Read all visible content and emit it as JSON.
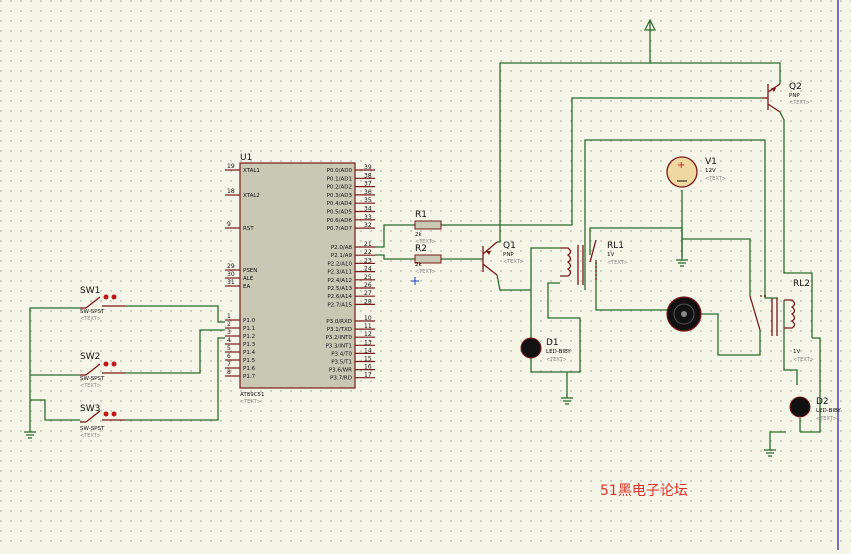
{
  "mcu": {
    "ref": "U1",
    "part": "AT89C51",
    "text": "<TEXT>",
    "left_pins": [
      {
        "num": "19",
        "name": "XTAL1"
      },
      {
        "num": "18",
        "name": "XTAL2"
      },
      {
        "num": "9",
        "name": "RST"
      },
      {
        "num": "29",
        "name": "PSEN"
      },
      {
        "num": "30",
        "name": "ALE"
      },
      {
        "num": "31",
        "name": "EA"
      },
      {
        "num": "1",
        "name": "P1.0"
      },
      {
        "num": "2",
        "name": "P1.1"
      },
      {
        "num": "3",
        "name": "P1.2"
      },
      {
        "num": "4",
        "name": "P1.3"
      },
      {
        "num": "5",
        "name": "P1.4"
      },
      {
        "num": "6",
        "name": "P1.5"
      },
      {
        "num": "7",
        "name": "P1.6"
      },
      {
        "num": "8",
        "name": "P1.7"
      }
    ],
    "right_pins": [
      {
        "num": "39",
        "name": "P0.0/AD0"
      },
      {
        "num": "38",
        "name": "P0.1/AD1"
      },
      {
        "num": "37",
        "name": "P0.2/AD2"
      },
      {
        "num": "36",
        "name": "P0.3/AD3"
      },
      {
        "num": "35",
        "name": "P0.4/AD4"
      },
      {
        "num": "34",
        "name": "P0.5/AD5"
      },
      {
        "num": "33",
        "name": "P0.6/AD6"
      },
      {
        "num": "32",
        "name": "P0.7/AD7"
      },
      {
        "num": "21",
        "name": "P2.0/A8"
      },
      {
        "num": "22",
        "name": "P2.1/A9"
      },
      {
        "num": "23",
        "name": "P2.2/A10"
      },
      {
        "num": "24",
        "name": "P2.3/A11"
      },
      {
        "num": "25",
        "name": "P2.4/A12"
      },
      {
        "num": "26",
        "name": "P2.5/A13"
      },
      {
        "num": "27",
        "name": "P2.6/A14"
      },
      {
        "num": "28",
        "name": "P2.7/A15"
      },
      {
        "num": "10",
        "name": "P3.0/RXD"
      },
      {
        "num": "11",
        "name": "P3.1/TXD"
      },
      {
        "num": "12",
        "name": "P3.2/INT0"
      },
      {
        "num": "13",
        "name": "P3.3/INT1"
      },
      {
        "num": "14",
        "name": "P3.4/T0"
      },
      {
        "num": "15",
        "name": "P3.5/T1"
      },
      {
        "num": "16",
        "name": "P3.6/WR"
      },
      {
        "num": "17",
        "name": "P3.7/RD"
      }
    ]
  },
  "switches": [
    {
      "ref": "SW1",
      "part": "SW-SPST",
      "text": "<TEXT>"
    },
    {
      "ref": "SW2",
      "part": "SW-SPST",
      "text": "<TEXT>"
    },
    {
      "ref": "SW3",
      "part": "SW-SPST",
      "text": "<TEXT>"
    }
  ],
  "resistors": [
    {
      "ref": "R1",
      "value": "2k",
      "text": "<TEXT>"
    },
    {
      "ref": "R2",
      "value": "2k",
      "text": "<TEXT>"
    }
  ],
  "transistors": [
    {
      "ref": "Q1",
      "type": "PNP",
      "text": "<TEXT>"
    },
    {
      "ref": "Q2",
      "type": "PNP",
      "text": "<TEXT>"
    }
  ],
  "relays": [
    {
      "ref": "RL1",
      "value": "1V",
      "text": "<TEXT>"
    },
    {
      "ref": "RL2",
      "value": "1V",
      "text": "<TEXT>"
    }
  ],
  "source": {
    "ref": "V1",
    "value": "12V",
    "text": "<TEXT>"
  },
  "leds": [
    {
      "ref": "D1",
      "part": "LED-BIBY",
      "text": "<TEXT>"
    },
    {
      "ref": "D2",
      "part": "LED-BIBY",
      "text": "<TEXT>"
    }
  ],
  "watermark": "51黑电子论坛",
  "colors": {
    "wire": "#2e6b2e",
    "component": "#7a1a1a",
    "body_fill": "#c8c8b4",
    "background": "#f5f5e8",
    "watermark": "#e0302a"
  }
}
